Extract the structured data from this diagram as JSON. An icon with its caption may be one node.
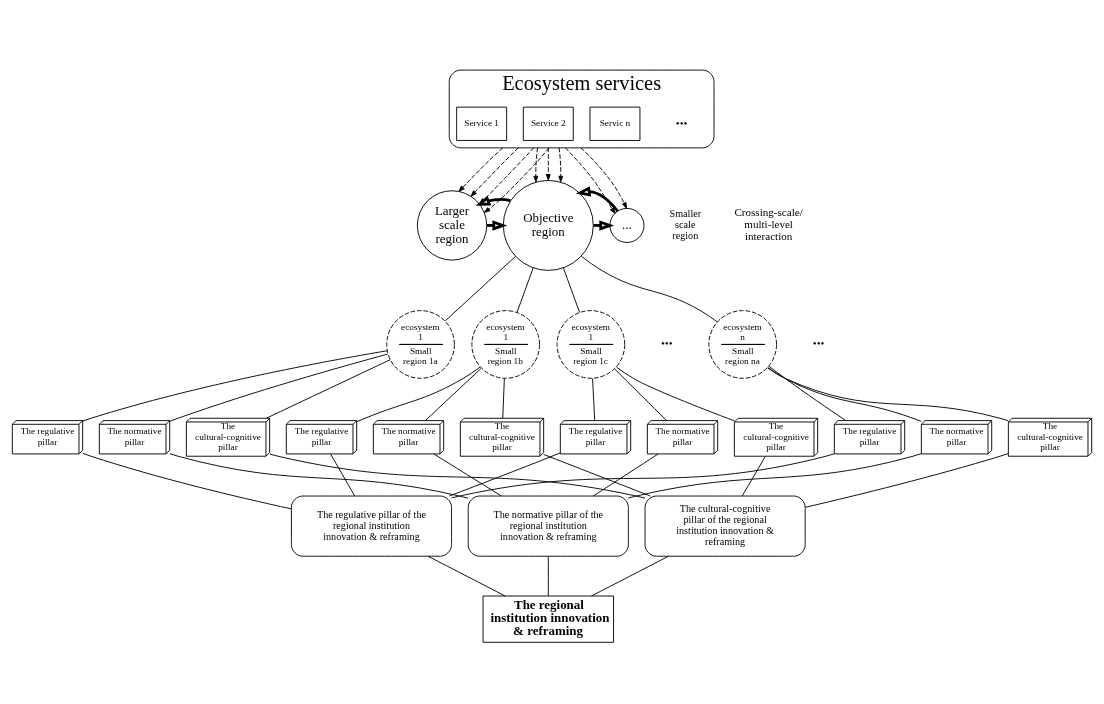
{
  "diagram": {
    "nodes": [
      {
        "text": [
          "Ecosystem services"
        ]
      },
      {
        "text": [
          "Service 1"
        ],
        "in": 0
      },
      {
        "text": [
          "Service 2"
        ],
        "in": 0
      },
      {
        "text": [
          "Servic n"
        ],
        "in": 0
      },
      {
        "text": [
          "Larger scale region"
        ]
      },
      {
        "text": [
          "Objective region"
        ]
      },
      {
        "text": [
          "..."
        ],
        "beside": [
          "Smaller scale region"
        ]
      },
      {
        "text": [
          "ecosystem 1",
          "Small region 1a"
        ]
      },
      {
        "text": [
          "ecosystem 1",
          "Small region 1b"
        ]
      },
      {
        "text": [
          "ecosystem 1",
          "Small region 1c"
        ]
      },
      {
        "text": [
          "ecosystem n",
          "Small region na"
        ]
      },
      {
        "text": [
          "The regulative pillar"
        ]
      },
      {
        "text": [
          "The normative pillar"
        ]
      },
      {
        "text": [
          "The cultural-cognitive pillar"
        ]
      },
      {
        "text": [
          "The regulative pillar"
        ]
      },
      {
        "text": [
          "The normative pillar"
        ]
      },
      {
        "text": [
          "The cultural-cognitive pillar"
        ]
      },
      {
        "text": [
          "The regulative pillar"
        ]
      },
      {
        "text": [
          "The normative pillar"
        ]
      },
      {
        "text": [
          "The cultural-cognitive pillar"
        ]
      },
      {
        "text": [
          "The regulative pillar"
        ]
      },
      {
        "text": [
          "The normative pillar"
        ]
      },
      {
        "text": [
          "The cultural-cognitive pillar"
        ]
      },
      {
        "text": [
          "The regulative pillar of the regional institution innovation & reframing"
        ]
      },
      {
        "text": [
          "The normative pillar of the regional institution innovation & reframing"
        ]
      },
      {
        "text": [
          "The cultural-cognitive pillar of the regional institution innovation & reframing"
        ]
      },
      {
        "text": [
          "The regional institution innovation & reframing"
        ]
      }
    ],
    "edges": [
      {
        "from": 0,
        "to": 4,
        "arrow": "to",
        "style": "dashed"
      },
      {
        "from": 0,
        "to": 4,
        "arrow": "to",
        "style": "dashed"
      },
      {
        "from": 0,
        "to": 4,
        "arrow": "to",
        "style": "dashed"
      },
      {
        "from": 0,
        "to": 4,
        "arrow": "to",
        "style": "dashed"
      },
      {
        "from": 0,
        "to": 5,
        "arrow": "to",
        "style": "dashed"
      },
      {
        "from": 0,
        "to": 5,
        "arrow": "to",
        "style": "dashed"
      },
      {
        "from": 0,
        "to": 5,
        "arrow": "to",
        "style": "dashed"
      },
      {
        "from": 0,
        "to": 6,
        "arrow": "to",
        "style": "dashed"
      },
      {
        "from": 0,
        "to": 6,
        "arrow": "to",
        "style": "dashed"
      },
      {
        "from": 4,
        "to": 5,
        "arrow": "to",
        "style": "thick"
      },
      {
        "from": 5,
        "to": 4,
        "arrow": "to",
        "style": "thick"
      },
      {
        "from": 5,
        "to": 6,
        "arrow": "to",
        "style": "thick"
      },
      {
        "from": 6,
        "to": 5,
        "arrow": "to",
        "style": "thick"
      },
      {
        "from": 5,
        "to": 7,
        "arrow": "none"
      },
      {
        "from": 5,
        "to": 8,
        "arrow": "none"
      },
      {
        "from": 5,
        "to": 9,
        "arrow": "none"
      },
      {
        "from": 5,
        "to": 10,
        "arrow": "none"
      },
      {
        "from": 7,
        "to": 11,
        "arrow": "none"
      },
      {
        "from": 7,
        "to": 12,
        "arrow": "none"
      },
      {
        "from": 7,
        "to": 13,
        "arrow": "none"
      },
      {
        "from": 8,
        "to": 14,
        "arrow": "none"
      },
      {
        "from": 8,
        "to": 15,
        "arrow": "none"
      },
      {
        "from": 8,
        "to": 16,
        "arrow": "none"
      },
      {
        "from": 9,
        "to": 17,
        "arrow": "none"
      },
      {
        "from": 9,
        "to": 18,
        "arrow": "none"
      },
      {
        "from": 9,
        "to": 19,
        "arrow": "none"
      },
      {
        "from": 10,
        "to": 20,
        "arrow": "none"
      },
      {
        "from": 10,
        "to": 21,
        "arrow": "none"
      },
      {
        "from": 10,
        "to": 22,
        "arrow": "none"
      },
      {
        "from": 11,
        "to": 23,
        "arrow": "none"
      },
      {
        "from": 12,
        "to": 24,
        "arrow": "none"
      },
      {
        "from": 13,
        "to": 25,
        "arrow": "none"
      },
      {
        "from": 14,
        "to": 23,
        "arrow": "none"
      },
      {
        "from": 15,
        "to": 24,
        "arrow": "none"
      },
      {
        "from": 16,
        "to": 25,
        "arrow": "none"
      },
      {
        "from": 17,
        "to": 23,
        "arrow": "none"
      },
      {
        "from": 18,
        "to": 24,
        "arrow": "none"
      },
      {
        "from": 19,
        "to": 25,
        "arrow": "none"
      },
      {
        "from": 20,
        "to": 23,
        "arrow": "none"
      },
      {
        "from": 21,
        "to": 24,
        "arrow": "none"
      },
      {
        "from": 22,
        "to": 25,
        "arrow": "none"
      },
      {
        "from": 23,
        "to": 26,
        "arrow": "none"
      },
      {
        "from": 24,
        "to": 26,
        "arrow": "none"
      },
      {
        "from": 25,
        "to": 26,
        "arrow": "none"
      }
    ],
    "labels": [
      "•••",
      "Crossing-scale/ multi-level interaction",
      "•••",
      "•••"
    ]
  }
}
